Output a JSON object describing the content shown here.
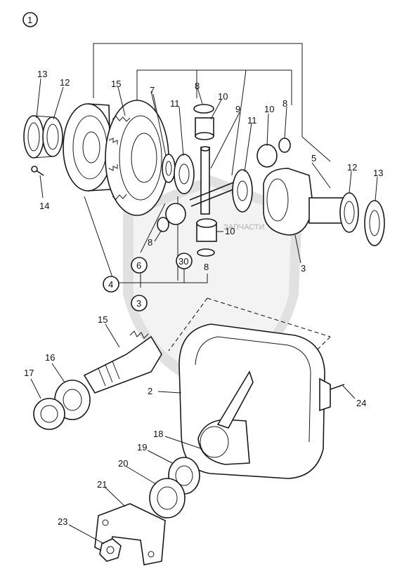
{
  "figure_number": "1",
  "watermark": {
    "caption": "ЗАПЧАСТИ"
  },
  "part_labels": {
    "p13a": "13",
    "p12a": "12",
    "p15a": "15",
    "p7": "7",
    "p8a": "8",
    "p10a": "10",
    "p9": "9",
    "p8b": "8",
    "p11a": "11",
    "p10b": "10",
    "p11b": "11",
    "p5": "5",
    "p12b": "12",
    "p13b": "13",
    "p14": "14",
    "p8c": "8",
    "p10c": "10",
    "p3": "3",
    "p8d": "8",
    "p15b": "15",
    "p16": "16",
    "p17": "17",
    "p2": "2",
    "p24": "24",
    "p18": "18",
    "p19": "19",
    "p20": "20",
    "p21": "21",
    "p23": "23"
  },
  "circled_labels": {
    "c1": "1",
    "c6": "6",
    "c30": "30",
    "c4": "4",
    "c3": "3"
  },
  "colors": {
    "ink": "#1a1a1a",
    "paper": "#ffffff",
    "watermark": "#c8c8c8"
  }
}
